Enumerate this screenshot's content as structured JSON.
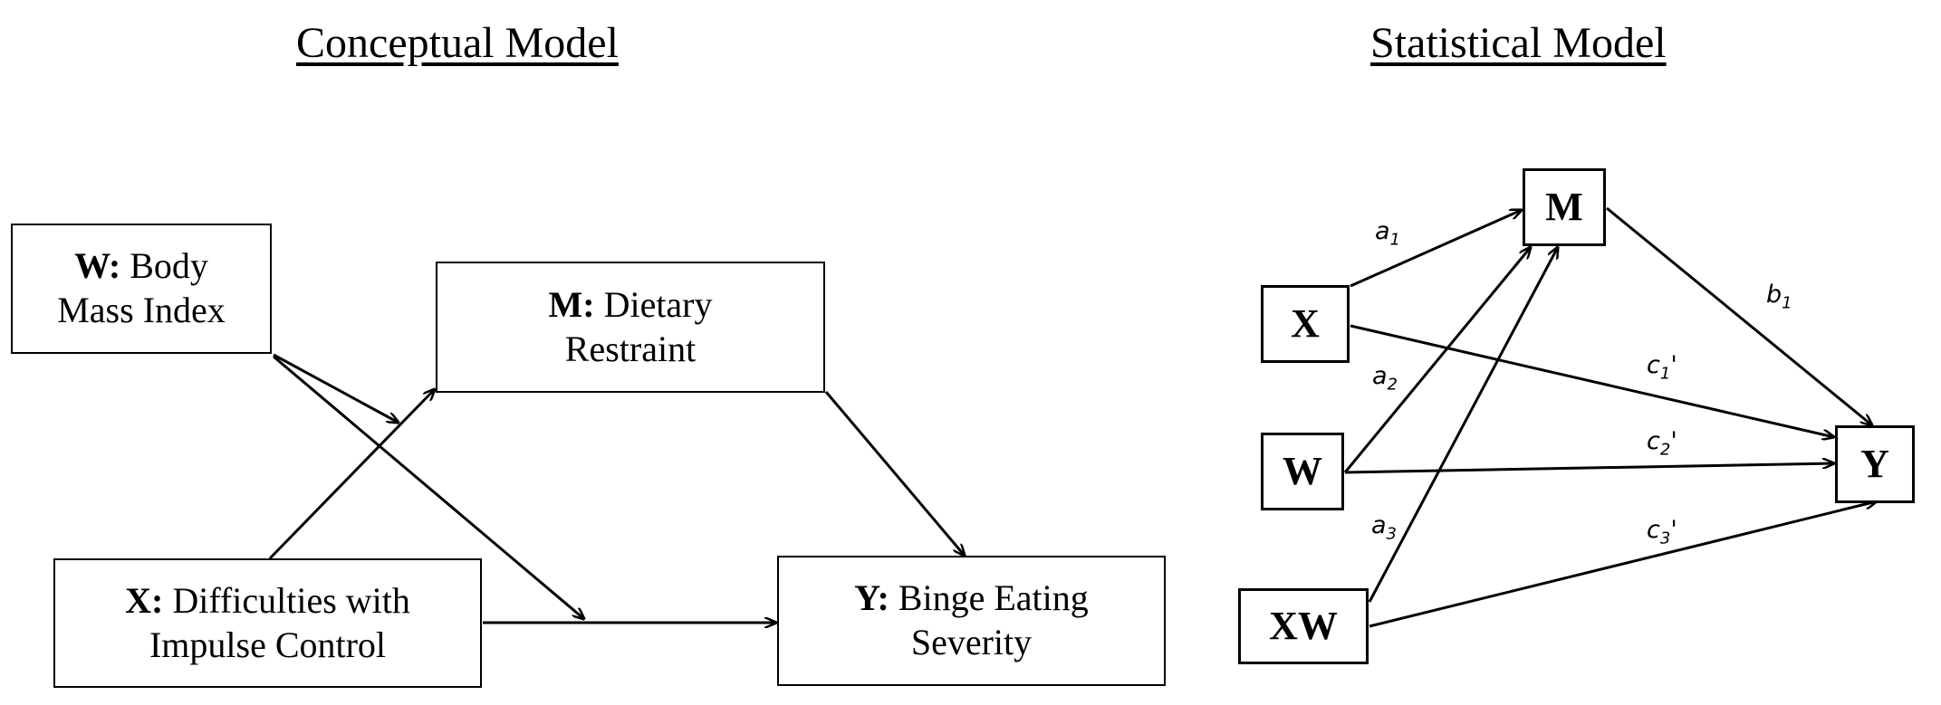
{
  "conceptual": {
    "title": "Conceptual Model",
    "w": {
      "prefix": "W:",
      "line1": "Body",
      "line2": "Mass Index"
    },
    "m": {
      "prefix": "M:",
      "line1": "Dietary",
      "line2": "Restraint"
    },
    "x": {
      "prefix": "X:",
      "line1": "Difficulties with",
      "line2": "Impulse Control"
    },
    "y": {
      "prefix": "Y:",
      "line1": "Binge Eating",
      "line2": "Severity"
    }
  },
  "statistical": {
    "title": "Statistical Model",
    "nodes": {
      "x": "X",
      "w": "W",
      "xw": "XW",
      "m": "M",
      "y": "Y"
    },
    "paths": {
      "a1": {
        "letter": "a",
        "sub": "1",
        "prime": ""
      },
      "a2": {
        "letter": "a",
        "sub": "2",
        "prime": ""
      },
      "a3": {
        "letter": "a",
        "sub": "3",
        "prime": ""
      },
      "b1": {
        "letter": "b",
        "sub": "1",
        "prime": ""
      },
      "c1": {
        "letter": "c",
        "sub": "1",
        "prime": "'"
      },
      "c2": {
        "letter": "c",
        "sub": "2",
        "prime": "'"
      },
      "c3": {
        "letter": "c",
        "sub": "3",
        "prime": "'"
      }
    }
  }
}
